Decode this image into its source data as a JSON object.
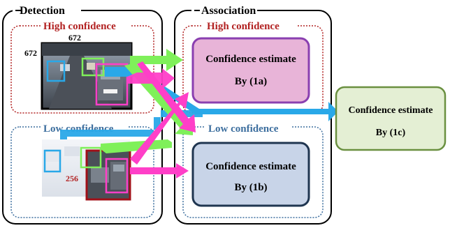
{
  "detection": {
    "title": "Detection"
  },
  "association": {
    "title": "Association"
  },
  "high": {
    "label": "High confidence",
    "size_w": "672",
    "size_h": "672"
  },
  "low": {
    "label": "Low confidence",
    "size_w": "256",
    "size_h": "256"
  },
  "boxes": {
    "a": {
      "line1": "Confidence estimate",
      "line2": "By (1a)"
    },
    "b": {
      "line1": "Confidence estimate",
      "line2": "By (1b)"
    },
    "c": {
      "line1": "Confidence estimate",
      "line2": "By (1c)"
    }
  },
  "colors": {
    "high_red": "#b22222",
    "low_blue": "#3c6e9e",
    "box_a_fill": "#e8b4d8",
    "box_a_border": "#8a3fb0",
    "box_b_fill": "#c8d4e8",
    "box_b_border": "#1f3550",
    "box_c_fill": "#e4efd4",
    "box_c_border": "#6a9040",
    "arrow_blue": "#29a8e8",
    "arrow_green": "#7ff05a",
    "arrow_magenta": "#ff3fc8"
  }
}
